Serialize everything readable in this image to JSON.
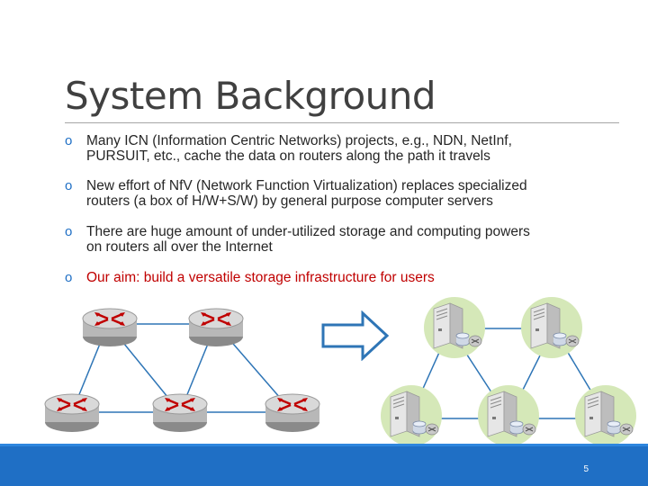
{
  "slide": {
    "title": "System Background",
    "page_number": "5",
    "bullets": [
      {
        "line1": "Many ICN (Information Centric Networks) projects, e.g., NDN, NetInf,",
        "line2": "PURSUIT, etc., cache the data on routers along the path it travels"
      },
      {
        "line1": "New effort of NfV (Network Function Virtualization) replaces specialized",
        "line2": "routers (a box of H/W+S/W) by general purpose computer servers"
      },
      {
        "line1": "There are huge amount of under-utilized storage and computing powers",
        "line2": "on routers all over the Internet"
      },
      {
        "line1": "Our aim: build a versatile storage infrastructure for users",
        "line2": ""
      }
    ],
    "bullet_marker": "o",
    "colors": {
      "accent": "#c00000",
      "brand": "#1f6fc5",
      "arrow": "#2e75b6"
    },
    "icons": {
      "router": "router-icon",
      "server": "server-storage-icon",
      "arrow": "right-arrow-icon"
    }
  }
}
